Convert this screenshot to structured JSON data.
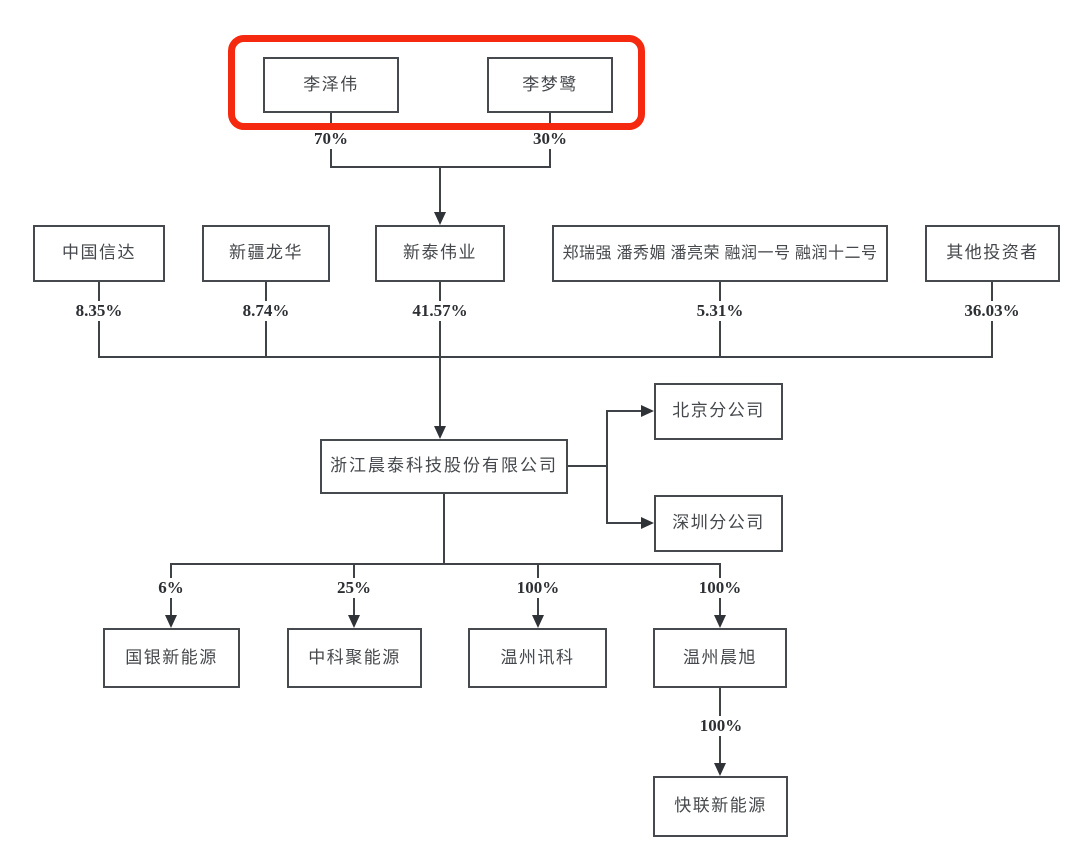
{
  "diagram": {
    "type": "equity-ownership-structure-chart",
    "highlight_frame_color": "#f4290f",
    "line_color": "#3f4347",
    "nodes": {
      "li_zewei": {
        "label": "李泽伟"
      },
      "li_menglu": {
        "label": "李梦鹭"
      },
      "zhongguo_xinda": {
        "label": "中国信达"
      },
      "xinjiang_longhua": {
        "label": "新疆龙华"
      },
      "xintai_weiye": {
        "label": "新泰伟业"
      },
      "zhengruiqiang_group": {
        "label": "郑瑞强 潘秀媚 潘亮荣 融润一号 融润十二号"
      },
      "qita_touzizhe": {
        "label": "其他投资者"
      },
      "zhejiang_chentai": {
        "label": "浙江晨泰科技股份有限公司"
      },
      "beijing_branch": {
        "label": "北京分公司"
      },
      "shenzhen_branch": {
        "label": "深圳分公司"
      },
      "guoyin_xinnengyuan": {
        "label": "国银新能源"
      },
      "zhongke_junengyuan": {
        "label": "中科聚能源"
      },
      "wenzhou_xunke": {
        "label": "温州讯科"
      },
      "wenzhou_chenxu": {
        "label": "温州晨旭"
      },
      "kuailian_xinnengyuan": {
        "label": "快联新能源"
      }
    },
    "ownership_labels": {
      "li_zewei_to_xintai": "70%",
      "li_menglu_to_xintai": "30%",
      "xinda_to_chentai": "8.35%",
      "longhua_to_chentai": "8.74%",
      "xintai_to_chentai": "41.57%",
      "zhengruiqiang_to_chentai": "5.31%",
      "qita_to_chentai": "36.03%",
      "chentai_to_guoyin": "6%",
      "chentai_to_zhongke": "25%",
      "chentai_to_xunke": "100%",
      "chentai_to_chenxu": "100%",
      "chenxu_to_kuailian": "100%"
    },
    "edges": [
      {
        "from": "李泽伟",
        "to": "新泰伟业",
        "percent": "70%"
      },
      {
        "from": "李梦鹭",
        "to": "新泰伟业",
        "percent": "30%"
      },
      {
        "from": "中国信达",
        "to": "浙江晨泰科技股份有限公司",
        "percent": "8.35%"
      },
      {
        "from": "新疆龙华",
        "to": "浙江晨泰科技股份有限公司",
        "percent": "8.74%"
      },
      {
        "from": "新泰伟业",
        "to": "浙江晨泰科技股份有限公司",
        "percent": "41.57%"
      },
      {
        "from": "郑瑞强 潘秀媚 潘亮荣 融润一号 融润十二号",
        "to": "浙江晨泰科技股份有限公司",
        "percent": "5.31%"
      },
      {
        "from": "其他投资者",
        "to": "浙江晨泰科技股份有限公司",
        "percent": "36.03%"
      },
      {
        "from": "浙江晨泰科技股份有限公司",
        "to": "北京分公司",
        "percent": ""
      },
      {
        "from": "浙江晨泰科技股份有限公司",
        "to": "深圳分公司",
        "percent": ""
      },
      {
        "from": "浙江晨泰科技股份有限公司",
        "to": "国银新能源",
        "percent": "6%"
      },
      {
        "from": "浙江晨泰科技股份有限公司",
        "to": "中科聚能源",
        "percent": "25%"
      },
      {
        "from": "浙江晨泰科技股份有限公司",
        "to": "温州讯科",
        "percent": "100%"
      },
      {
        "from": "浙江晨泰科技股份有限公司",
        "to": "温州晨旭",
        "percent": "100%"
      },
      {
        "from": "温州晨旭",
        "to": "快联新能源",
        "percent": "100%"
      }
    ],
    "annotation": {
      "shape": "red-rounded-rectangle",
      "around": [
        "李泽伟",
        "李梦鹭"
      ]
    }
  }
}
